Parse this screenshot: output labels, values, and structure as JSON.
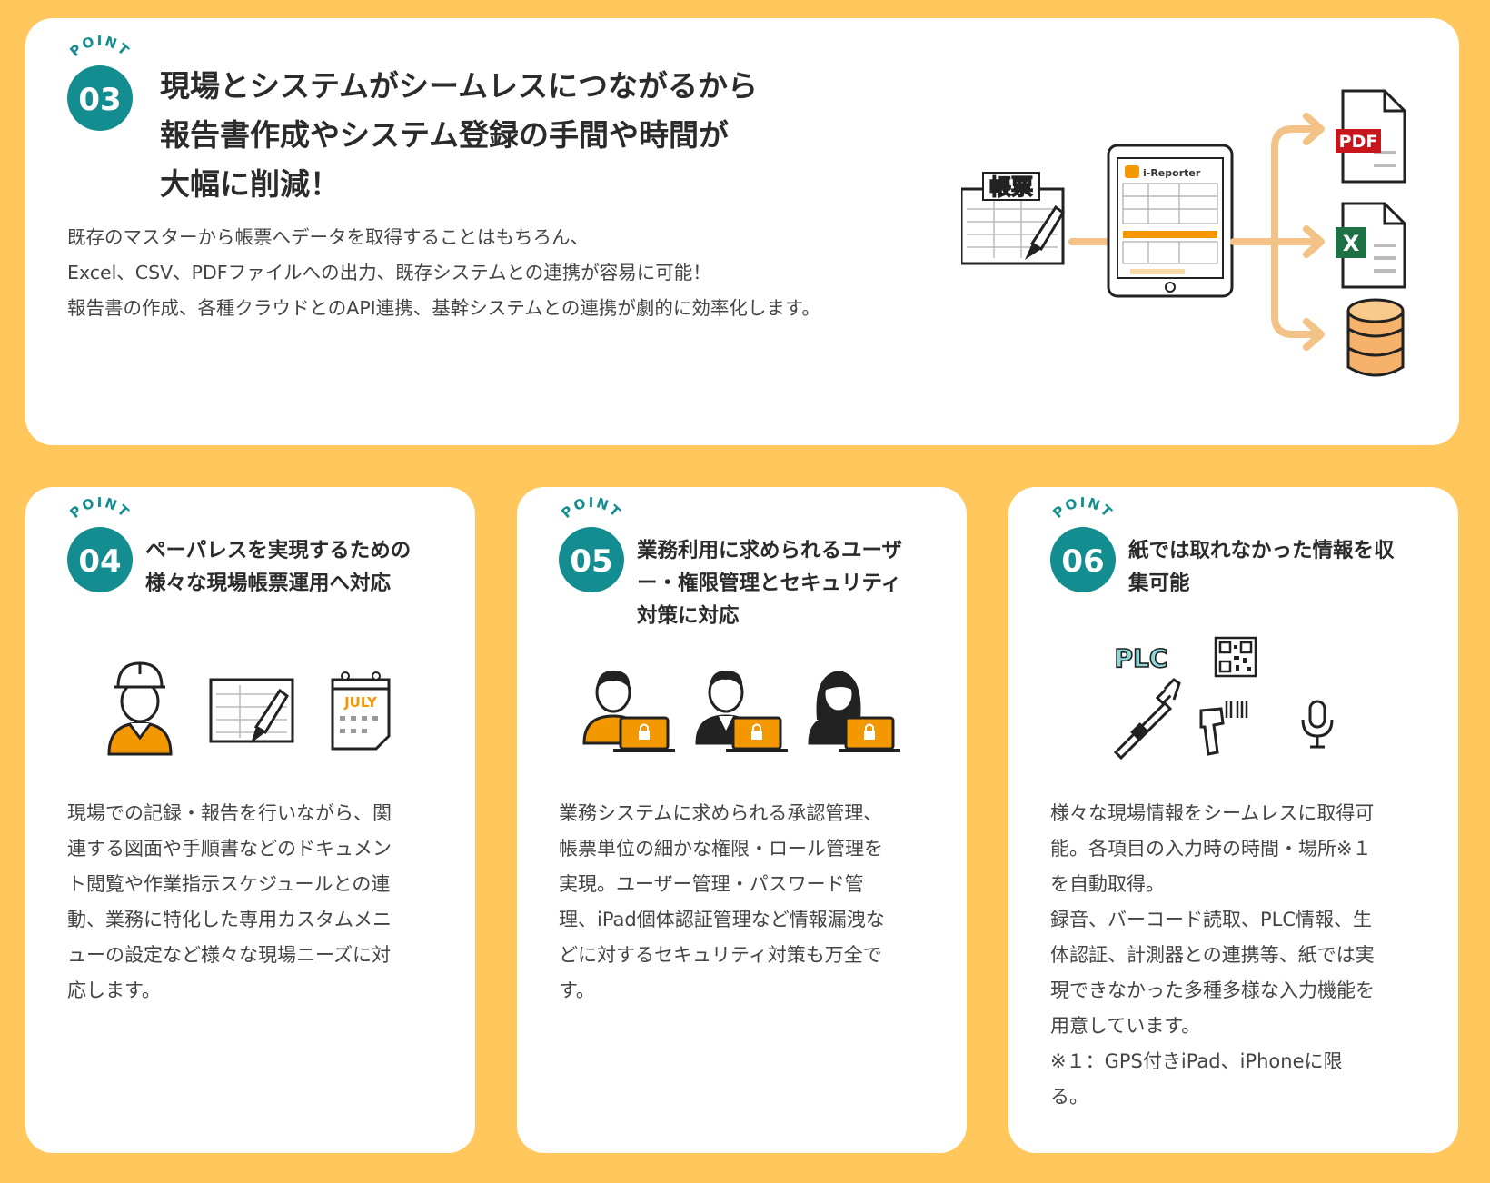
{
  "point_label": "POINT",
  "colors": {
    "teal": "#138D8F",
    "orange": "#F39800",
    "background": "#FFC75C"
  },
  "card03": {
    "number": "03",
    "heading_lines": [
      "現場とシステムがシームレスにつながるから",
      "報告書作成やシステム登録の手間や時間が",
      "大幅に削減！"
    ],
    "body_lines": [
      "既存のマスターから帳票へデータを取得することはもちろん、",
      "Excel、CSV、PDFファイルへの出力、既存システムとの連携が容易に可能！",
      "報告書の作成、各種クラウドとのAPI連携、基幹システムとの連携が劇的に効率化します。"
    ],
    "illustration": {
      "form_label": "帳票",
      "app_name": "i-Reporter",
      "pdf_label": "PDF",
      "excel_label": "X"
    }
  },
  "card04": {
    "number": "04",
    "heading_lines": [
      "ペーパレスを実現するための",
      "様々な現場帳票運用へ対応"
    ],
    "body_lines": [
      "現場での記録・報告を行いながら、関",
      "連する図面や手順書などのドキュメン",
      "ト閲覧や作業指示スケジュールとの連",
      "動、業務に特化した専用カスタムメニ",
      "ューの設定など様々な現場ニーズに対",
      "応します。"
    ],
    "illustration": {
      "calendar_label": "JULY"
    }
  },
  "card05": {
    "number": "05",
    "heading_lines": [
      "業務利用に求められるユーザ",
      "ー・権限管理とセキュリティ",
      "対策に対応"
    ],
    "body_lines": [
      "業務システムに求められる承認管理、",
      "帳票単位の細かな権限・ロール管理を",
      "実現。ユーザー管理・パスワード管",
      "理、iPad個体認証管理など情報漏洩な",
      "どに対するセキュリティ対策も万全で",
      "す。"
    ]
  },
  "card06": {
    "number": "06",
    "heading_lines": [
      "紙では取れなかった情報を収",
      "集可能"
    ],
    "body_lines": [
      "様々な現場情報をシームレスに取得可",
      "能。各項目の入力時の時間・場所※１",
      "を自動取得。",
      "録音、バーコード読取、PLC情報、生",
      "体認証、計測器との連携等、紙では実",
      "現できなかった多種多様な入力機能を",
      "用意しています。",
      "※１：GPS付きiPad、iPhoneに限",
      "る。"
    ],
    "illustration": {
      "plc_label": "PLC"
    }
  }
}
